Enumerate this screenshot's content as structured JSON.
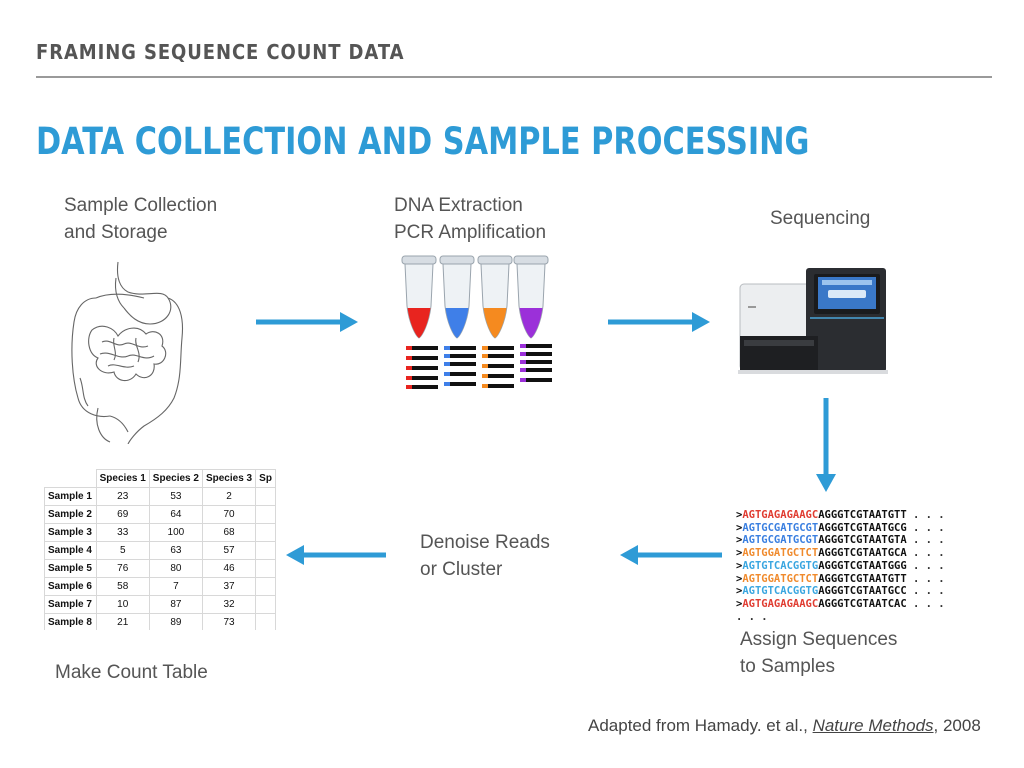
{
  "header": "FRAMING SEQUENCE COUNT DATA",
  "title": "DATA COLLECTION AND SAMPLE PROCESSING",
  "steps": {
    "collection": [
      "Sample Collection",
      "and Storage"
    ],
    "extraction": [
      "DNA Extraction",
      "PCR Amplification"
    ],
    "sequencing": "Sequencing",
    "assign": [
      "Assign Sequences",
      "to Samples"
    ],
    "denoise": [
      "Denoise Reads",
      "or Cluster"
    ],
    "count_table": "Make Count Table"
  },
  "citation": {
    "prefix": "Adapted from Hamady. et al., ",
    "journal": "Nature Methods",
    "suffix": ", 2008"
  },
  "count_table": {
    "columns": [
      "Species 1",
      "Species 2",
      "Species 3",
      "Sp"
    ],
    "rows": [
      {
        "label": "Sample 1",
        "values": [
          "23",
          "53",
          "2"
        ]
      },
      {
        "label": "Sample 2",
        "values": [
          "69",
          "64",
          "70"
        ]
      },
      {
        "label": "Sample 3",
        "values": [
          "33",
          "100",
          "68"
        ]
      },
      {
        "label": "Sample 4",
        "values": [
          "5",
          "63",
          "57"
        ]
      },
      {
        "label": "Sample 5",
        "values": [
          "76",
          "80",
          "46"
        ]
      },
      {
        "label": "Sample 6",
        "values": [
          "58",
          "7",
          "37"
        ]
      },
      {
        "label": "Sample 7",
        "values": [
          "10",
          "87",
          "32"
        ]
      },
      {
        "label": "Sample 8",
        "values": [
          "21",
          "89",
          "73"
        ]
      }
    ]
  },
  "sequences": [
    {
      "barcode": "AGTGAGAGAAGC",
      "color": "#e03c31",
      "read": "AGGGTCGTAATGTT"
    },
    {
      "barcode": "AGTGCGATGCGT",
      "color": "#3a7fe0",
      "read": "AGGGTCGTAATGCG"
    },
    {
      "barcode": "AGTGCGATGCGT",
      "color": "#3a7fe0",
      "read": "AGGGTCGTAATGTA"
    },
    {
      "barcode": "AGTGGATGCTCT",
      "color": "#f08a2c",
      "read": "AGGGTCGTAATGCA"
    },
    {
      "barcode": "AGTGTCACGGTG",
      "color": "#3aa6e0",
      "read": "AGGGTCGTAATGGG"
    },
    {
      "barcode": "AGTGGATGCTCT",
      "color": "#f08a2c",
      "read": "AGGGTCGTAATGTT"
    },
    {
      "barcode": "AGTGTCACGGTG",
      "color": "#3aa6e0",
      "read": "AGGGTCGTAATGCC"
    },
    {
      "barcode": "AGTGAGAGAAGC",
      "color": "#e03c31",
      "read": "AGGGTCGTAATCAC"
    }
  ],
  "seq_prefix": ">",
  "seq_suffix": " . . .",
  "seq_trailer": ". . .",
  "tube_colors": [
    "#e8241f",
    "#3f7fe8",
    "#f58a1f",
    "#9b30d9"
  ],
  "accent_color": "#2e9bd6"
}
